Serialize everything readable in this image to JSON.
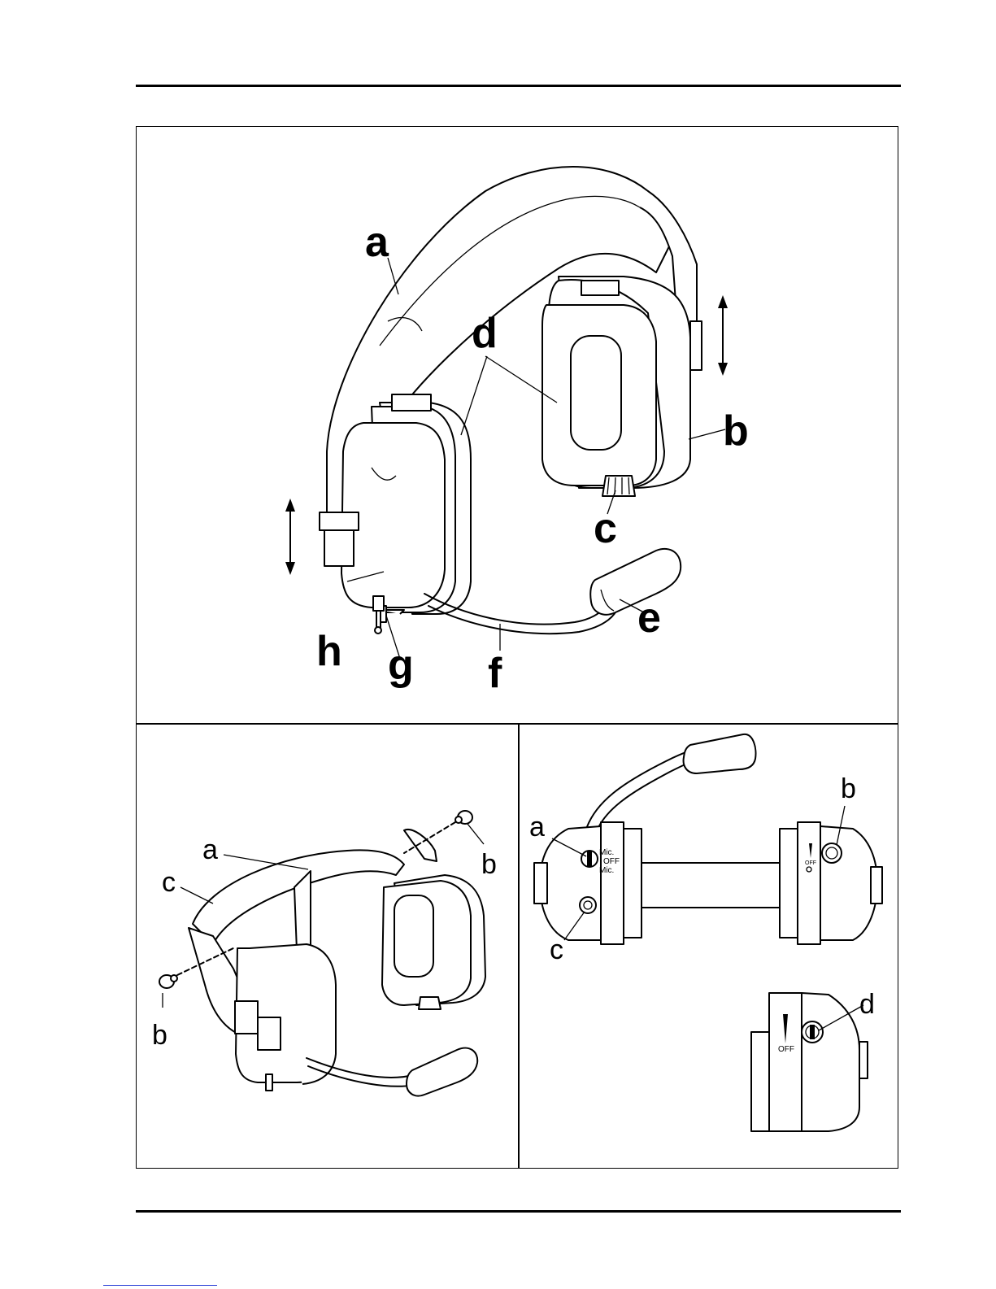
{
  "figure_top": {
    "labels": {
      "a": "a",
      "b": "b",
      "c": "c",
      "d": "d",
      "e": "e",
      "f": "f",
      "g": "g",
      "h": "h"
    }
  },
  "figure_bottom_left": {
    "labels": {
      "a": "a",
      "b_right": "b",
      "b_left": "b",
      "c": "c"
    }
  },
  "figure_bottom_right": {
    "labels": {
      "a": "a",
      "b": "b",
      "c": "c",
      "d": "d"
    },
    "switch_text": {
      "mic_top": "Mic.",
      "off": "OFF",
      "mic_bottom": "Mic.",
      "right_off": "OFF",
      "detail_off": "OFF"
    }
  }
}
